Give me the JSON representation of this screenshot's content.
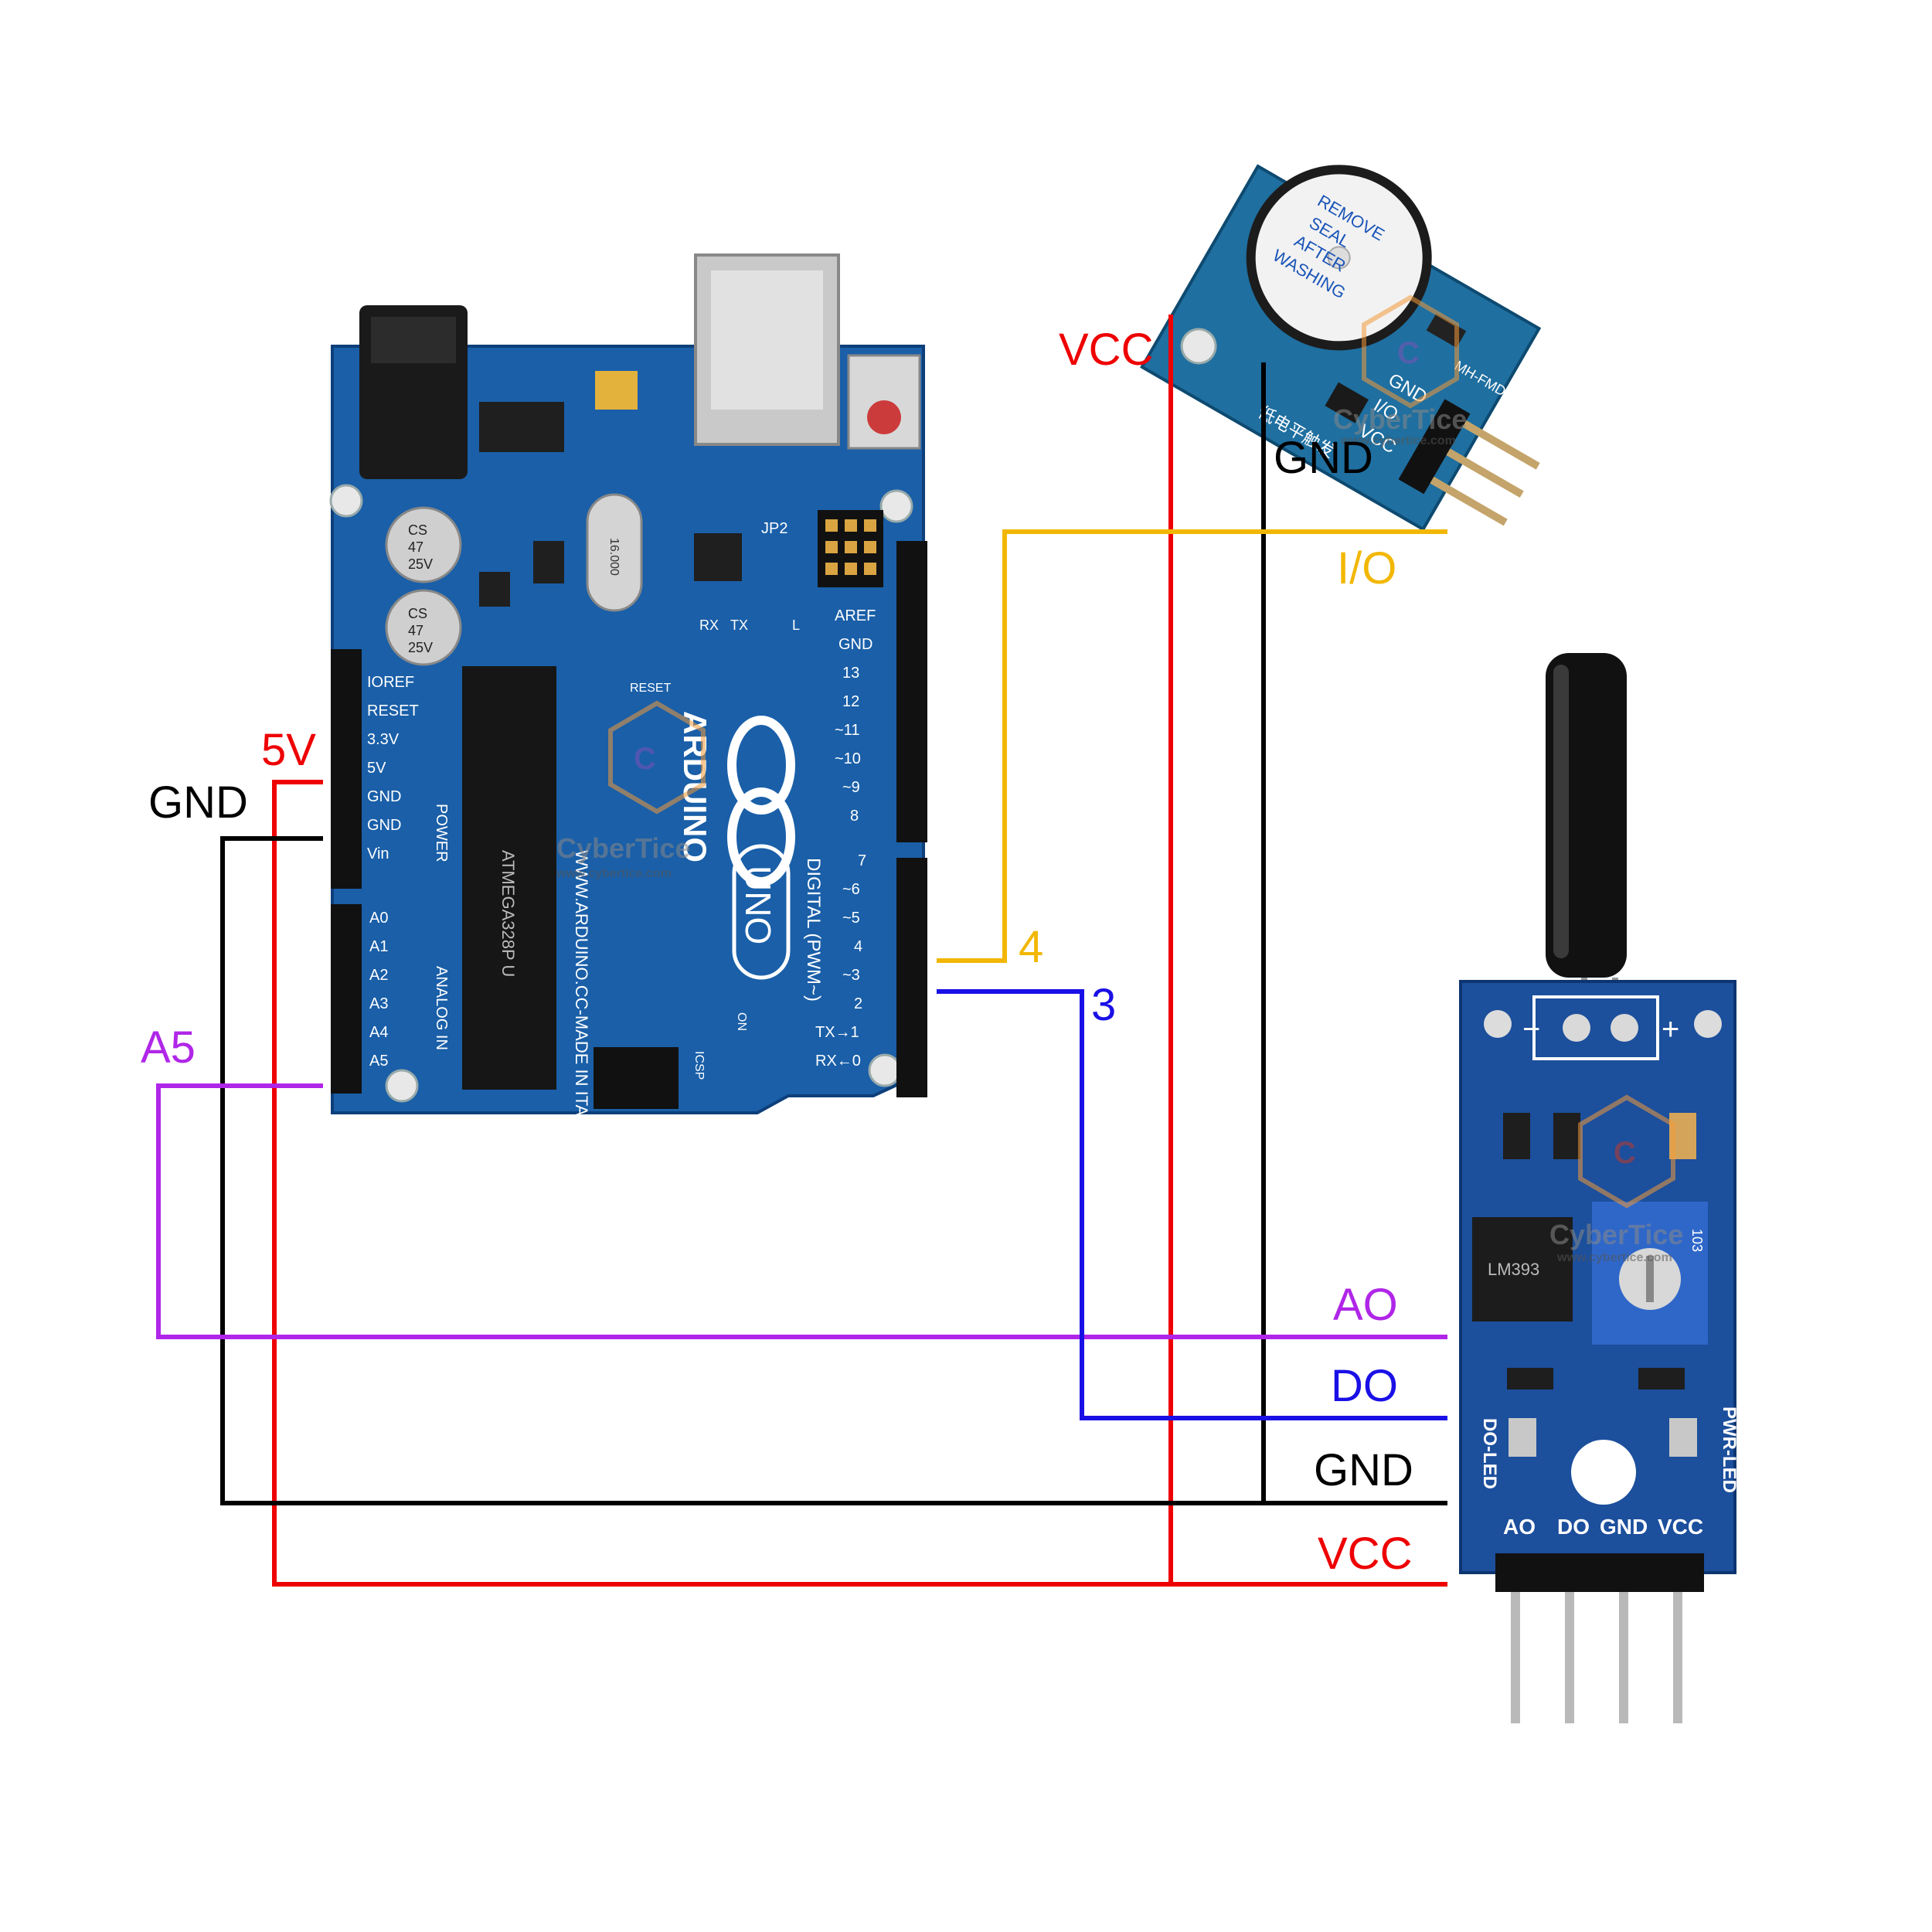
{
  "colors": {
    "vcc": "#ee0000",
    "gnd": "#000000",
    "io": "#f2b705",
    "analog": "#b026e8",
    "digital": "#1a10e6",
    "board_blue": "#1a5fa8",
    "sensor_blue": "#1c4f9c"
  },
  "arduino": {
    "brand": "ARDUINO",
    "model": "UNO",
    "url_text": "WWW.ARDUINO.CC-MADE IN ITALY",
    "chip_text": "ATMEGA328P U",
    "cap_text_1": "CS",
    "cap_text_2": "47",
    "cap_text_3": "25V",
    "crystal_text": "16.000",
    "digital_label": "DIGITAL (PWM~)",
    "power_label": "POWER",
    "analog_label": "ANALOG IN",
    "power_pins": [
      "IOREF",
      "RESET",
      "3.3V",
      "5V",
      "GND",
      "GND",
      "Vin"
    ],
    "analog_pins": [
      "A0",
      "A1",
      "A2",
      "A3",
      "A4",
      "A5"
    ],
    "digital_pins_top": [
      "AREF",
      "GND",
      "13",
      "12",
      "~11",
      "~10",
      "~9",
      "8"
    ],
    "digital_pins_bottom": [
      "7",
      "~6",
      "~5",
      "4",
      "~3",
      "2",
      "TX→1",
      "RX←0"
    ],
    "misc_text": [
      "JP2",
      "RX",
      "TX",
      "L",
      "ON",
      "RESET",
      "ICSP"
    ]
  },
  "buzzer": {
    "seal_text": [
      "REMOVE",
      "SEAL",
      "AFTER",
      "WASHING"
    ],
    "model": "MH-FMD",
    "chinese_text": "低电平触发",
    "pins": [
      "GND",
      "I/O",
      "VCC"
    ]
  },
  "sensor": {
    "pins": [
      "AO",
      "DO",
      "GND",
      "VCC"
    ],
    "led_left": "DO-LED",
    "led_right": "PWR-LED",
    "pot_text": "103",
    "chip_text": "LM393"
  },
  "watermark": {
    "brand": "CyberTice",
    "url": "www.cybertice.com"
  },
  "labels": {
    "arduino_5v": "5V",
    "arduino_gnd": "GND",
    "arduino_a5": "A5",
    "arduino_pin4": "4",
    "arduino_pin3": "3",
    "buzzer_vcc": "VCC",
    "buzzer_gnd": "GND",
    "buzzer_io": "I/O",
    "sensor_ao": "AO",
    "sensor_do": "DO",
    "sensor_gnd": "GND",
    "sensor_vcc": "VCC"
  }
}
